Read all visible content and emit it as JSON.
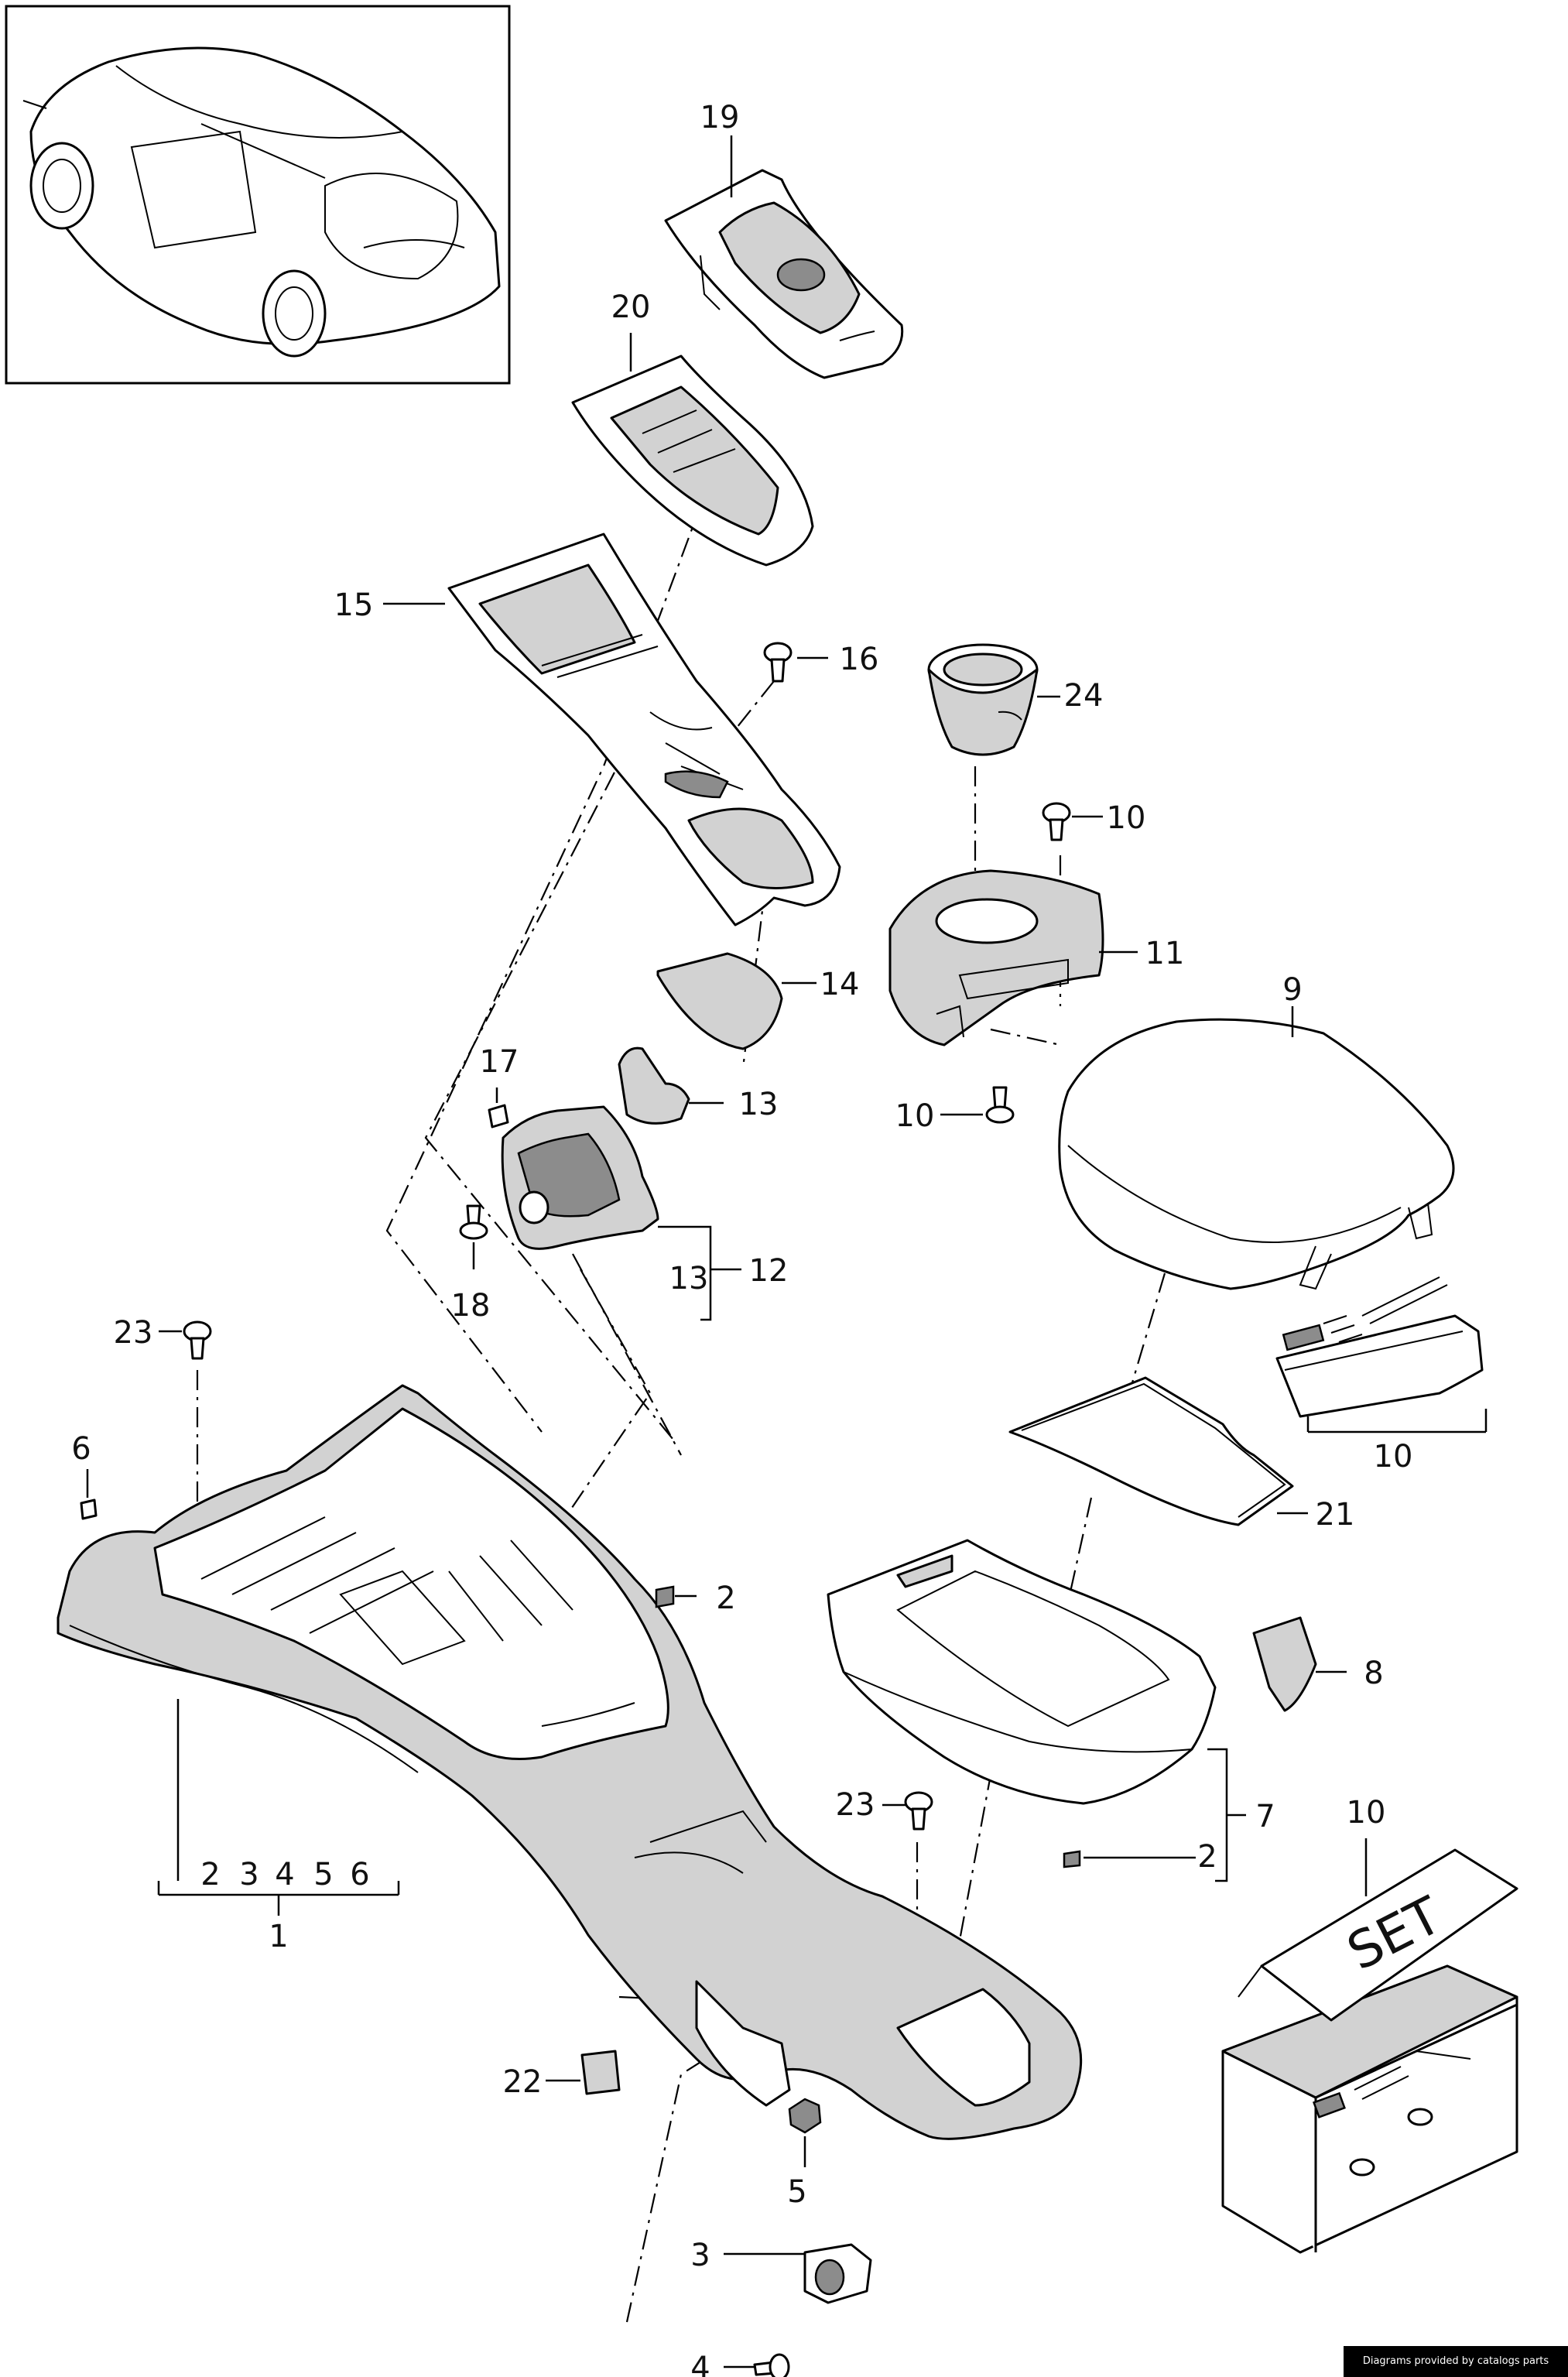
{
  "callouts": {
    "c1": "1",
    "c2a": "2",
    "c2b": "2",
    "c3": "3",
    "c4": "4",
    "c5": "5",
    "c6": "6",
    "c7": "7",
    "c8": "8",
    "c9": "9",
    "c10a": "10",
    "c10b": "10",
    "c10c": "10",
    "c10d": "10",
    "c11": "11",
    "c12": "12",
    "c13a": "13",
    "c13b": "13",
    "c14": "14",
    "c15": "15",
    "c16": "16",
    "c17": "17",
    "c18": "18",
    "c19": "19",
    "c20": "20",
    "c21": "21",
    "c22": "22",
    "c23a": "23",
    "c23b": "23",
    "c24": "24",
    "sub1": [
      "2",
      "3",
      "4",
      "5",
      "6"
    ]
  },
  "set_label": "SET",
  "credit": "Diagrams provided by catalogs parts"
}
